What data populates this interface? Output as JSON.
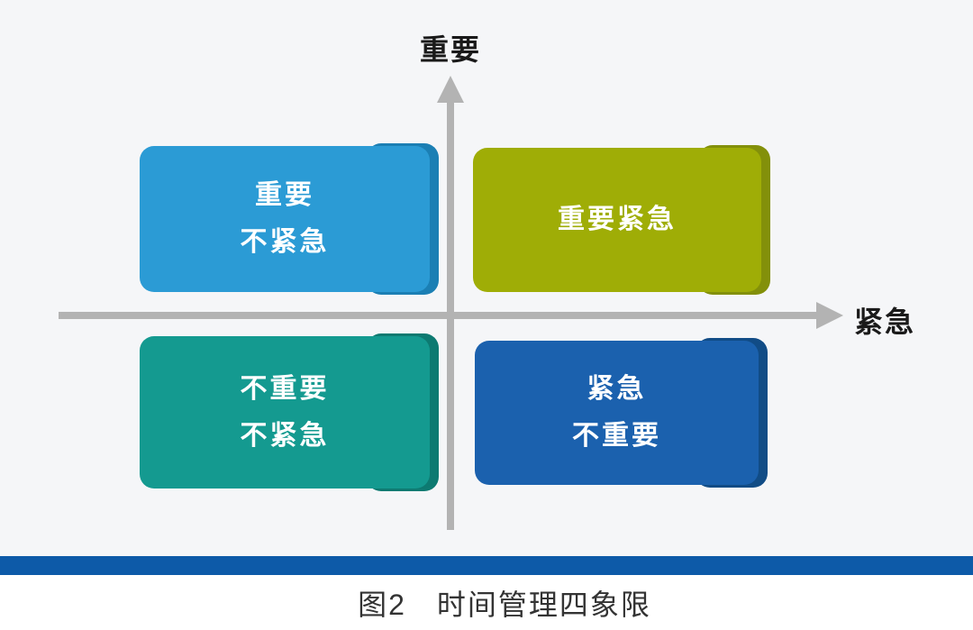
{
  "axes": {
    "y_label": "重要",
    "x_label": "紧急"
  },
  "quadrants": [
    {
      "name": "important-not-urgent",
      "lines": [
        "重要",
        "不紧急"
      ],
      "colors": {
        "face": "#2B9BD5",
        "edge": "#1B7FB4"
      }
    },
    {
      "name": "important-urgent",
      "lines": [
        "重要紧急"
      ],
      "colors": {
        "face": "#9FAD06",
        "edge": "#83900A"
      }
    },
    {
      "name": "not-important-not-urgent",
      "lines": [
        "不重要",
        "不紧急"
      ],
      "colors": {
        "face": "#149A90",
        "edge": "#0D7A71"
      }
    },
    {
      "name": "urgent-not-important",
      "lines": [
        "紧急",
        "不重要"
      ],
      "colors": {
        "face": "#1B61AE",
        "edge": "#114C86"
      }
    }
  ],
  "caption": "图2　时间管理四象限",
  "colors": {
    "background": "#F5F6F8",
    "axis": "#B3B3B3",
    "label": "#1A1A1A",
    "bar": "#0D5AA8",
    "caption": "#333333",
    "footer": "#FFFFFF",
    "text": "#FFFFFF"
  }
}
